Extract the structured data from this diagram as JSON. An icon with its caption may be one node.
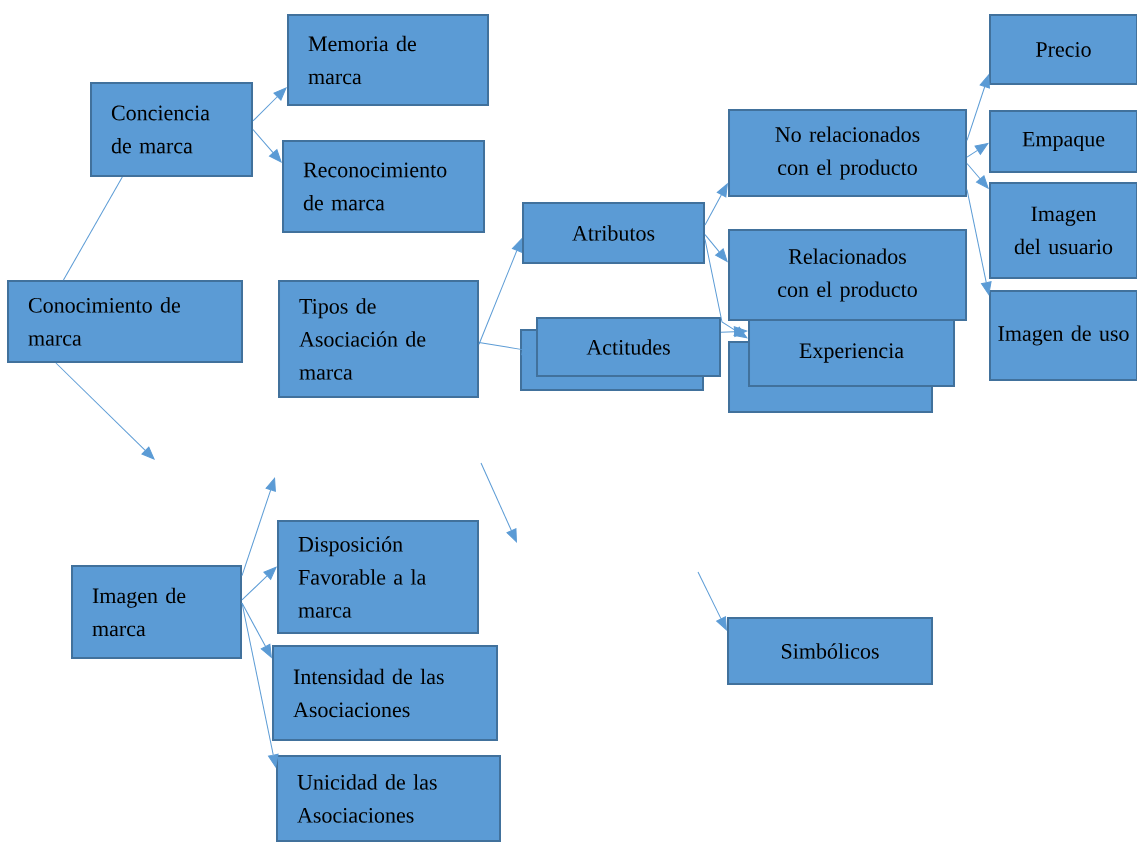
{
  "diagram": {
    "nodes": [
      {
        "text": [
          "Conocimiento de marca"
        ]
      },
      {
        "text": [
          "Conciencia de marca"
        ]
      },
      {
        "text": [
          "Memoria de marca"
        ]
      },
      {
        "text": [
          "Reconocimiento de marca"
        ]
      },
      {
        "text": [
          "Tipos de Asociación de marca"
        ]
      },
      {
        "text": [
          "Atributos"
        ]
      },
      {
        "text": [
          "Actitudes"
        ]
      },
      {
        "text": [
          "No relacionados con el producto"
        ]
      },
      {
        "text": [
          "Relacionados con el producto"
        ]
      },
      {
        "text": [
          "Experiencia"
        ]
      },
      {
        "text": [
          "Precio"
        ]
      },
      {
        "text": [
          "Empaque"
        ]
      },
      {
        "text": [
          "Imagen del usuario"
        ]
      },
      {
        "text": [
          "Imagen de uso"
        ]
      },
      {
        "text": [
          "Imagen de marca"
        ]
      },
      {
        "text": [
          "Disposición Favorable a la marca"
        ]
      },
      {
        "text": [
          "Intensidad de las Asociaciones"
        ]
      },
      {
        "text": [
          "Unicidad de las Asociaciones"
        ]
      },
      {
        "text": [
          "Simbólicos"
        ]
      }
    ],
    "edges": [
      {
        "from": 0,
        "to": 1,
        "arrow": "none"
      },
      {
        "from": 0,
        "to": null,
        "arrow": "to"
      },
      {
        "from": 1,
        "to": 2,
        "arrow": "to"
      },
      {
        "from": 1,
        "to": 3,
        "arrow": "to"
      },
      {
        "from": 4,
        "to": 5,
        "arrow": "to"
      },
      {
        "from": 4,
        "to": 6,
        "arrow": "to"
      },
      {
        "from": 5,
        "to": 7,
        "arrow": "to"
      },
      {
        "from": 5,
        "to": 8,
        "arrow": "to"
      },
      {
        "from": 5,
        "to": 9,
        "arrow": "to"
      },
      {
        "from": 6,
        "to": 9,
        "arrow": "to"
      },
      {
        "from": 7,
        "to": 10,
        "arrow": "to"
      },
      {
        "from": 7,
        "to": 11,
        "arrow": "to"
      },
      {
        "from": 7,
        "to": 12,
        "arrow": "to"
      },
      {
        "from": 7,
        "to": 13,
        "arrow": "to"
      },
      {
        "from": 14,
        "to": null,
        "arrow": "to"
      },
      {
        "from": 14,
        "to": 15,
        "arrow": "to"
      },
      {
        "from": 14,
        "to": 16,
        "arrow": "to"
      },
      {
        "from": 14,
        "to": 17,
        "arrow": "to"
      },
      {
        "from": null,
        "to": 18,
        "arrow": "to"
      }
    ]
  }
}
